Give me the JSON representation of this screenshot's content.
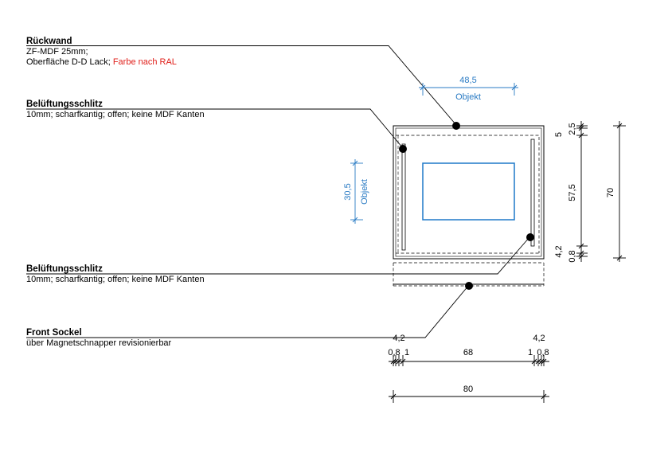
{
  "annotations": {
    "rueckwand": {
      "title": "Rückwand",
      "line1": "ZF-MDF 25mm;",
      "line2_prefix": "Oberfläche D-D Lack; ",
      "line2_highlight": "Farbe nach RAL"
    },
    "vent_top": {
      "title": "Belüftungsschlitz",
      "desc": "10mm; scharfkantig; offen; keine MDF Kanten"
    },
    "vent_bottom": {
      "title": "Belüftungsschlitz",
      "desc": "10mm; scharfkantig; offen; keine MDF Kanten"
    },
    "front_sockel": {
      "title": "Front Sockel",
      "desc": "über Magnetschnapper revisionierbar"
    }
  },
  "dimensions": {
    "object_width": "48,5",
    "object_width_label": "Objekt",
    "object_height": "30,5",
    "object_height_label": "Objekt",
    "right_top": "2,5",
    "right_5": "5",
    "right_mid": "57,5",
    "right_42": "4,2",
    "right_bottom": "0,8",
    "right_total": "70",
    "bottom_left_42": "4,2",
    "bottom_right_42": "4,2",
    "bottom_left_08": "0,8",
    "bottom_left_1": "1",
    "bottom_mid": "68",
    "bottom_right_1": "1",
    "bottom_right_08": "0,8",
    "bottom_total": "80"
  },
  "colors": {
    "line": "#000000",
    "dimension_blue": "#2a7bc4",
    "object_blue": "#1f78c8",
    "ral_red": "#e0201b"
  }
}
